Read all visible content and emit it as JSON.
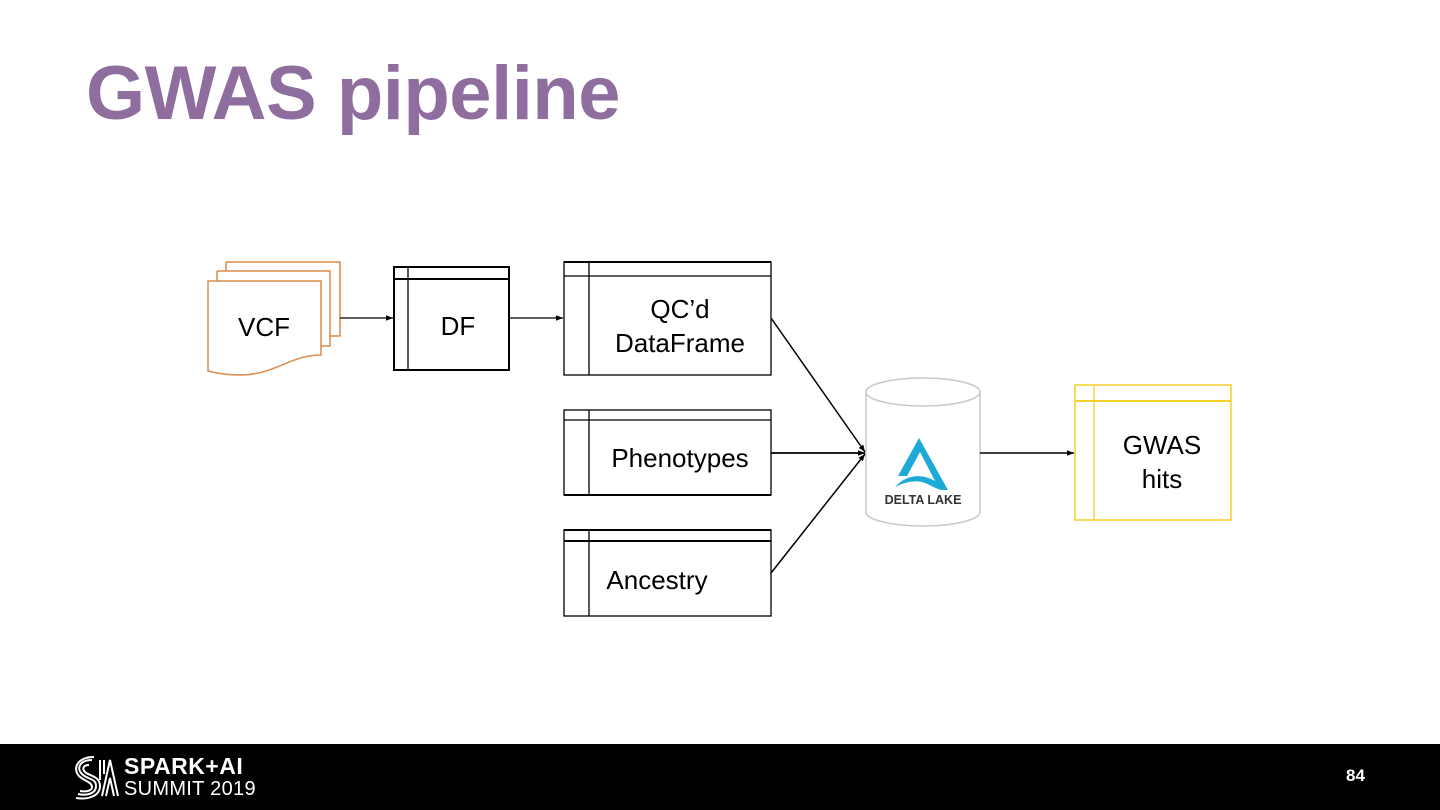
{
  "slide": {
    "title": "GWAS pipeline",
    "page_number": "84"
  },
  "diagram": {
    "nodes": {
      "vcf": {
        "label": "VCF",
        "shape": "multi-document",
        "color": "#d98c4a"
      },
      "df": {
        "label": "DF",
        "shape": "table"
      },
      "qc_dataframe": {
        "label_line1": "QC’d",
        "label_line2": "DataFrame",
        "shape": "table"
      },
      "phenotypes": {
        "label": "Phenotypes",
        "shape": "table"
      },
      "ancestry": {
        "label": "Ancestry",
        "shape": "table"
      },
      "delta_lake": {
        "label": "DELTA LAKE",
        "shape": "cylinder",
        "logo_color": "#1eaad6"
      },
      "gwas_hits": {
        "label_line1": "GWAS",
        "label_line2": "hits",
        "shape": "table",
        "color": "#f3cf2a"
      }
    },
    "edges": [
      {
        "from": "VCF",
        "to": "DF"
      },
      {
        "from": "DF",
        "to": "QC’d DataFrame"
      },
      {
        "from": "QC’d DataFrame",
        "to": "DELTA LAKE"
      },
      {
        "from": "Phenotypes",
        "to": "DELTA LAKE"
      },
      {
        "from": "Ancestry",
        "to": "DELTA LAKE"
      },
      {
        "from": "DELTA LAKE",
        "to": "GWAS hits"
      }
    ]
  },
  "footer": {
    "brand_line1": "SPARK+AI",
    "brand_line2": "SUMMIT 2019"
  },
  "colors": {
    "title": "#8f6d9f",
    "footer_bg": "#000000"
  }
}
